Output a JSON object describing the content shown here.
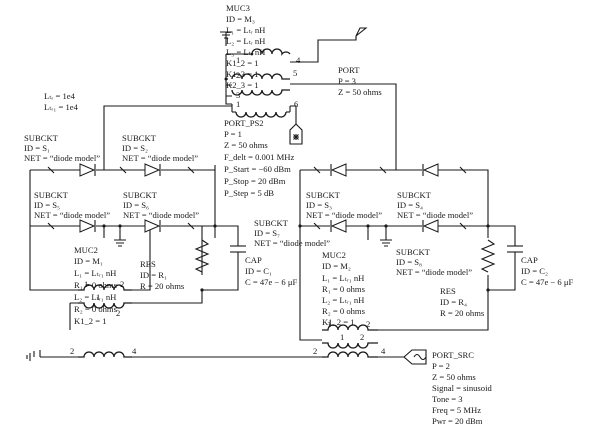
{
  "muc3": [
    "MUC3",
    "ID = M₃",
    "L₁ = Lₜᵣ nH",
    "L₂ = Lₜᵣ nH",
    "L₃ = Lₜᵣ nH",
    "K1_2 = 1",
    "K1_3 = 1",
    "K2_3 = 1"
  ],
  "ltr": [
    "Lₜᵣ = 1e4",
    "Lₜᵣ₁ = 1e4"
  ],
  "port_top": [
    "PORT",
    "P = 3",
    "Z = 50 ohms"
  ],
  "port_ps2": [
    "PORT_PS2",
    "P = 1",
    "Z = 50 ohms",
    "F_delt = 0.001 MHz",
    "P_Start = −60 dBm",
    "P_Stop = 20 dBm",
    "P_Step = 5 dB"
  ],
  "sub1": [
    "SUBCKT",
    "ID = S₁",
    "NET = “diode model”"
  ],
  "sub2": [
    "SUBCKT",
    "ID = S₂",
    "NET = “diode model”"
  ],
  "sub5": [
    "SUBCKT",
    "ID = S₅",
    "NET = “diode model”"
  ],
  "sub6": [
    "SUBCKT",
    "ID = S₆",
    "NET = “diode model”"
  ],
  "sub3": [
    "SUBCKT",
    "ID = S₃",
    "NET = “diode model”"
  ],
  "sub4": [
    "SUBCKT",
    "ID = S₄",
    "NET = “diode model”"
  ],
  "sub7": [
    "SUBCKT",
    "ID = S₇",
    "NET = “diode model”"
  ],
  "sub8": [
    "SUBCKT",
    "ID = S₈",
    "NET = “diode model”"
  ],
  "muc2a": [
    "MUC2",
    "ID = M₁",
    "L₁ = Lₜᵣ₁ nH",
    "R₁ = 0 ohms",
    "L₂ = Lₜᵣ₁ nH",
    "R₂ = 0 ohms",
    "K1_2 = 1"
  ],
  "muc2b": [
    "MUC2",
    "ID = M₂",
    "L₁ = Lₜᵣ₁ nH",
    "R₁ = 0 ohms",
    "L₂ = Lₜᵣ₁ nH",
    "R₂ = 0 ohms",
    "K1_2 = 1"
  ],
  "res1": [
    "RES",
    "ID = R₁",
    "R = 20 ohms"
  ],
  "res4": [
    "RES",
    "ID = R₄",
    "R = 20 ohms"
  ],
  "cap1": [
    "CAP",
    "ID = C₁",
    "C = 47e − 6 μF"
  ],
  "cap2": [
    "CAP",
    "ID = C₂",
    "C = 47e − 6 μF"
  ],
  "port_src": [
    "PORT_SRC",
    "P = 2",
    "Z = 50 ohms",
    "Signal = sinusoid",
    "Tone = 3",
    "Freq = 5 MHz",
    "Pwr = 20 dBm"
  ],
  "pins": {
    "muc3": [
      "1",
      "4",
      "5",
      "2",
      "3",
      "1",
      "6"
    ],
    "left_transformer": [
      "1",
      "2",
      "1",
      "2"
    ],
    "bottom_left": [
      "2",
      "4"
    ],
    "bottom_right": [
      "2",
      "4"
    ],
    "right_transformer": [
      "1",
      "2",
      "1",
      "2"
    ]
  }
}
